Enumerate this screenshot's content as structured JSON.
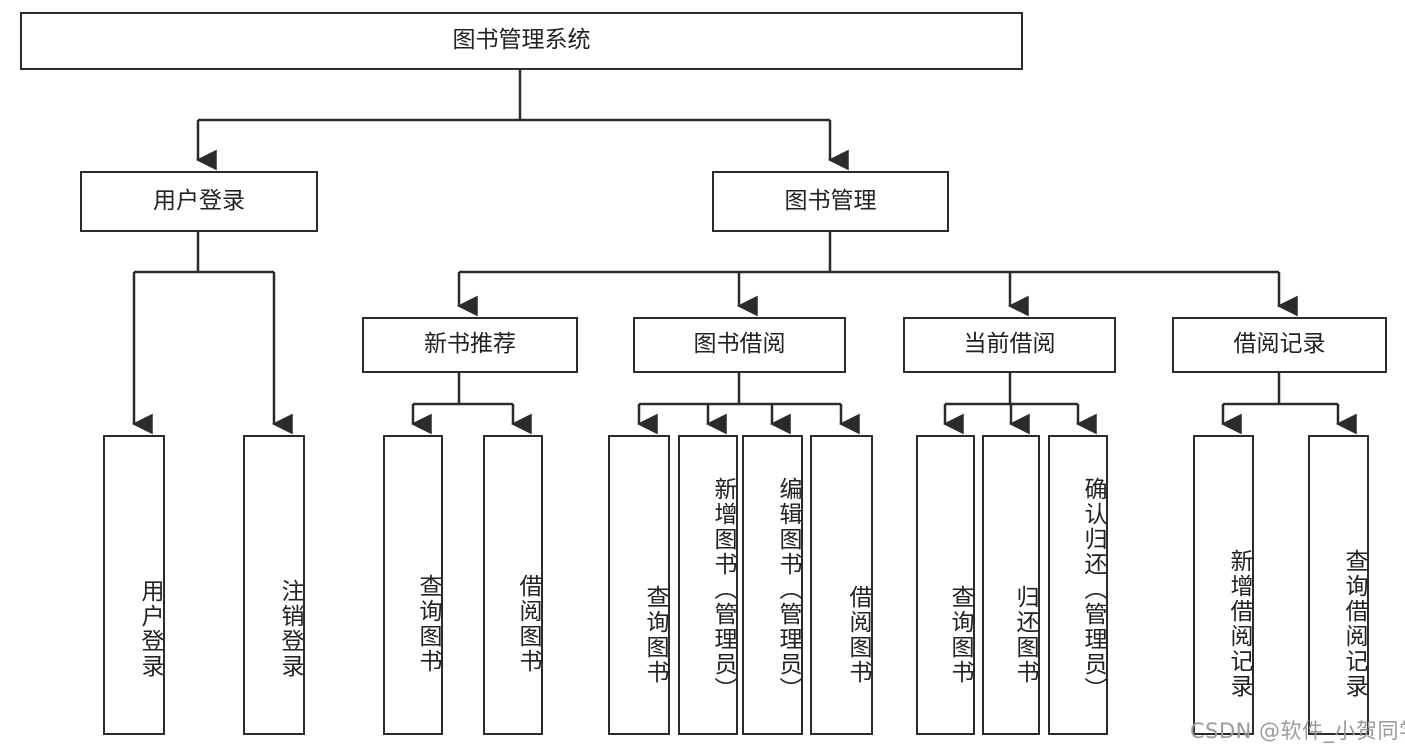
{
  "diagram": {
    "title": "图书管理系统",
    "type": "tree-hierarchy-chart",
    "root": {
      "label": "图书管理系统"
    },
    "level2": [
      {
        "label": "用户登录"
      },
      {
        "label": "图书管理"
      }
    ],
    "level3": [
      {
        "label": "新书推荐"
      },
      {
        "label": "图书借阅"
      },
      {
        "label": "当前借阅"
      },
      {
        "label": "借阅记录"
      }
    ],
    "leaves": {
      "user_login": [
        {
          "label": "用户登录"
        },
        {
          "label": "注销登录"
        }
      ],
      "new_book": [
        {
          "label": "查询图书"
        },
        {
          "label": "借阅图书"
        }
      ],
      "borrow_book": [
        {
          "label": "查询图书"
        },
        {
          "label": "新增图书（管理员）"
        },
        {
          "label": "编辑图书（管理员）"
        },
        {
          "label": "借阅图书"
        }
      ],
      "current_borrow": [
        {
          "label": "查询图书"
        },
        {
          "label": "归还图书"
        },
        {
          "label": "确认归还（管理员）"
        }
      ],
      "borrow_record": [
        {
          "label": "新增借阅记录"
        },
        {
          "label": "查询借阅记录"
        }
      ]
    }
  },
  "watermark": {
    "text": "CSDN @软件_小贺同学"
  },
  "colors": {
    "stroke": "#2b2b2b",
    "background": "#ffffff",
    "text": "#222222",
    "watermark": "#9b9b9b"
  }
}
